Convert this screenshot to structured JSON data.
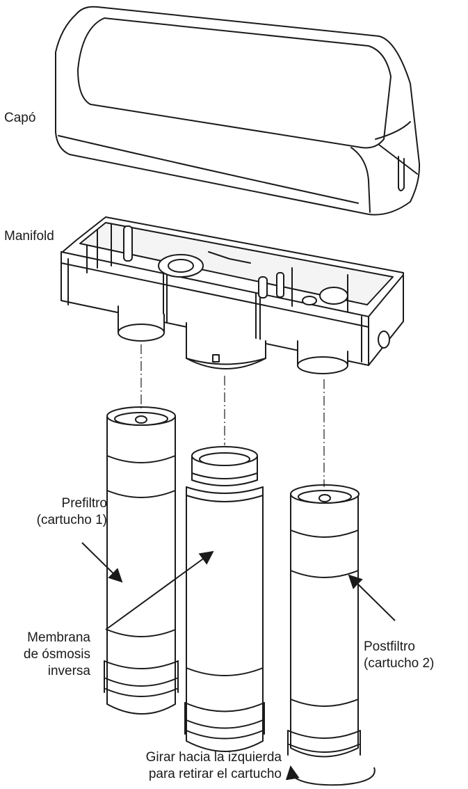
{
  "labels": {
    "capo": "Capó",
    "manifold": "Manifold",
    "prefiltro": [
      "Prefiltro",
      "(cartucho 1)"
    ],
    "membrana": [
      "Membrana",
      "de ósmosis",
      "inversa"
    ],
    "postfiltro": [
      "Postfiltro",
      "(cartucho 2)"
    ],
    "girar": [
      "Girar hacia la izquierda",
      "para retirar el cartucho"
    ]
  },
  "colors": {
    "line": "#1a1a1a",
    "fill": "#ffffff",
    "shade": "#e6e6e6"
  }
}
